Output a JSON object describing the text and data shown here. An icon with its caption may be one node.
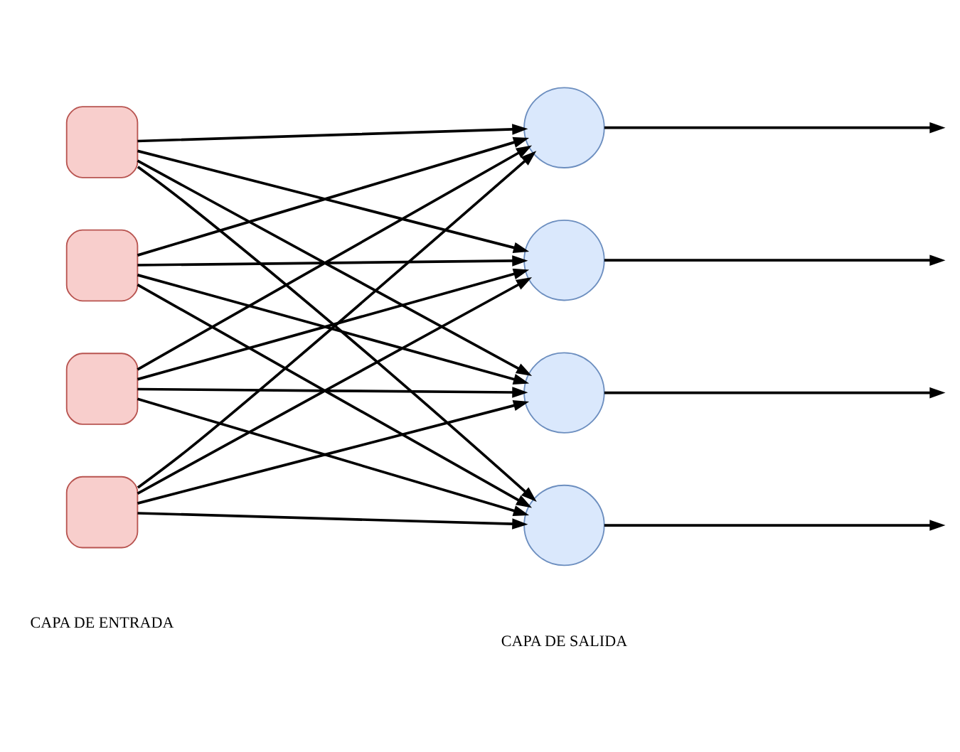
{
  "diagram": {
    "nodes": [
      {
        "text": [],
        "shape": "box"
      },
      {
        "text": [],
        "shape": "box"
      },
      {
        "text": [],
        "shape": "box"
      },
      {
        "text": [],
        "shape": "box"
      },
      {
        "text": [],
        "shape": "circle"
      },
      {
        "text": [],
        "shape": "circle"
      },
      {
        "text": [],
        "shape": "circle"
      },
      {
        "text": [],
        "shape": "circle"
      }
    ],
    "edges": [
      {
        "from": 0,
        "to": 4,
        "arrow": "to"
      },
      {
        "from": 0,
        "to": 5,
        "arrow": "to"
      },
      {
        "from": 0,
        "to": 6,
        "arrow": "to"
      },
      {
        "from": 0,
        "to": 7,
        "arrow": "to"
      },
      {
        "from": 1,
        "to": 4,
        "arrow": "to"
      },
      {
        "from": 1,
        "to": 5,
        "arrow": "to"
      },
      {
        "from": 1,
        "to": 6,
        "arrow": "to"
      },
      {
        "from": 1,
        "to": 7,
        "arrow": "to"
      },
      {
        "from": 2,
        "to": 4,
        "arrow": "to"
      },
      {
        "from": 2,
        "to": 5,
        "arrow": "to"
      },
      {
        "from": 2,
        "to": 6,
        "arrow": "to"
      },
      {
        "from": 2,
        "to": 7,
        "arrow": "to"
      },
      {
        "from": 3,
        "to": 4,
        "arrow": "to"
      },
      {
        "from": 3,
        "to": 5,
        "arrow": "to"
      },
      {
        "from": 3,
        "to": 6,
        "arrow": "to"
      },
      {
        "from": 3,
        "to": 7,
        "arrow": "to"
      },
      {
        "from": 4,
        "to": null,
        "arrow": "to"
      },
      {
        "from": 5,
        "to": null,
        "arrow": "to"
      },
      {
        "from": 6,
        "to": null,
        "arrow": "to"
      },
      {
        "from": 7,
        "to": null,
        "arrow": "to"
      }
    ],
    "labels": [
      "CAPA DE ENTRADA",
      "CAPA DE SALIDA"
    ]
  }
}
